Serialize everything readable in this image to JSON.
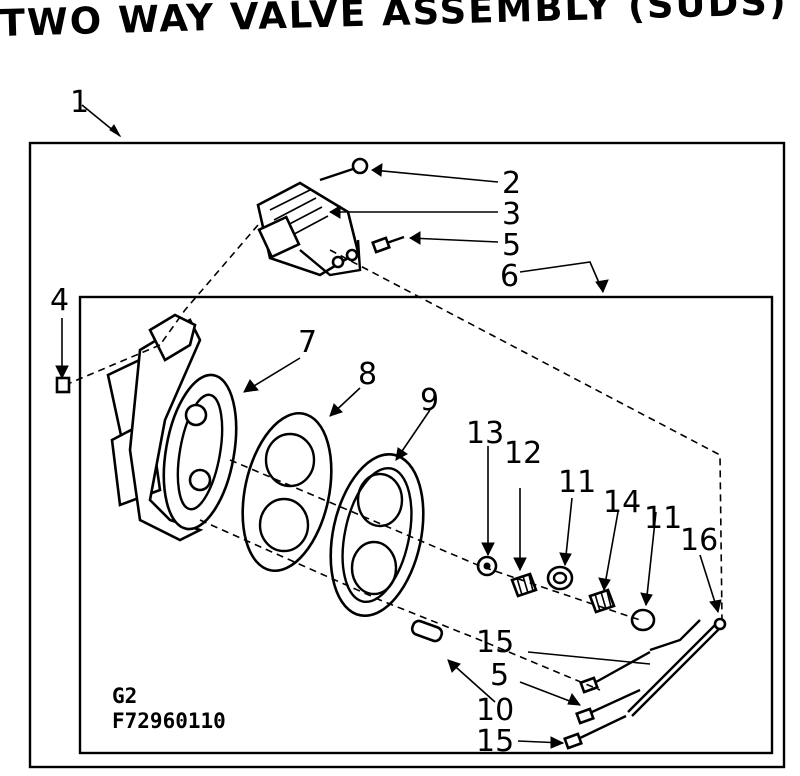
{
  "title": "TWO WAY VALVE ASSEMBLY (SUDS)",
  "labels": {
    "l1": "1",
    "l2": "2",
    "l3": "3",
    "l4": "4",
    "l5a": "5",
    "l5b": "5",
    "l6": "6",
    "l7": "7",
    "l8": "8",
    "l9": "9",
    "l10a": "10",
    "l11a": "11",
    "l11b": "11",
    "l12": "12",
    "l13": "13",
    "l14": "14",
    "l15a": "15",
    "l15b": "15",
    "l16": "16"
  },
  "codes": {
    "group": "G2",
    "figure": "F72960110"
  }
}
